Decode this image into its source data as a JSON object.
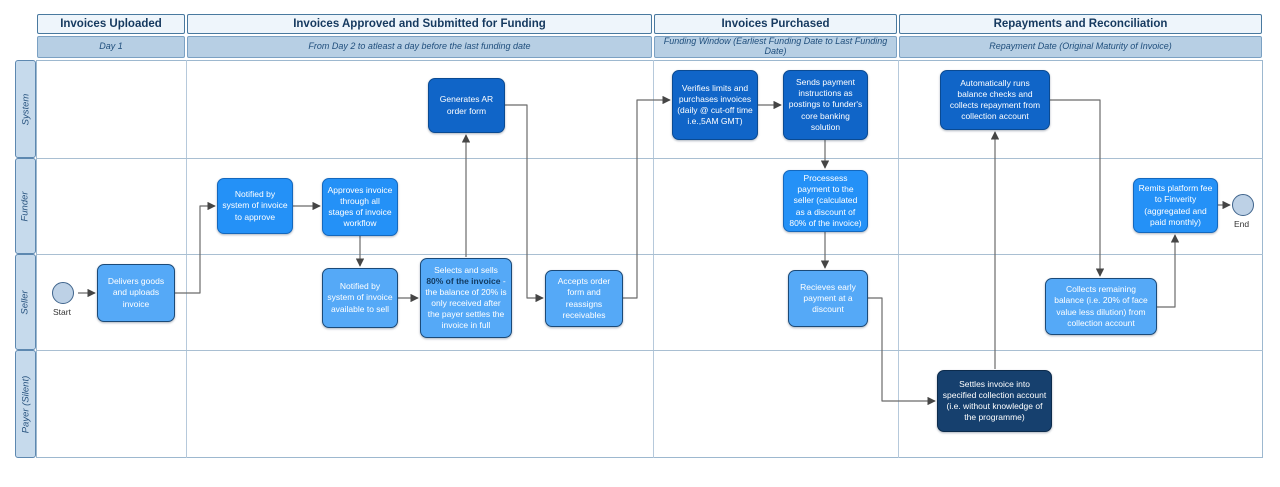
{
  "header": {
    "phases": [
      {
        "title": "Invoices Uploaded",
        "timing": "Day 1"
      },
      {
        "title": "Invoices Approved and Submitted for Funding",
        "timing": "From Day 2 to atleast a day before the last funding date"
      },
      {
        "title": "Invoices Purchased",
        "timing": "Funding Window (Earliest Funding Date to Last Funding Date)"
      },
      {
        "title": "Repayments and Reconciliation",
        "timing": "Repayment Date (Original Maturity of Invoice)"
      }
    ]
  },
  "lanes": [
    {
      "label": "System"
    },
    {
      "label": "Funder"
    },
    {
      "label": "Seller"
    },
    {
      "label": "Payer (Silent)"
    }
  ],
  "events": {
    "start": "Start",
    "end": "End"
  },
  "nodes": {
    "delivers": {
      "label": "Delivers goods and uploads invoice"
    },
    "notified_approve": {
      "label": "Notified by system of invoice to approve"
    },
    "approves": {
      "label": "Approves invoice through all stages of invoice workflow"
    },
    "notified_sell": {
      "label": "Notified by system of invoice available to sell"
    },
    "selects": {
      "pre": "Selects and sells ",
      "bold": "80% of the invoice",
      "post": " - the balance of 20% is only received after the payer settles the invoice in full"
    },
    "generates": {
      "label": "Generates AR order form"
    },
    "accepts": {
      "label": "Accepts order form and reassigns receivables"
    },
    "verifies": {
      "label": "Verifies limits and purchases invoices (daily @ cut-off time i.e.,5AM GMT)"
    },
    "sends": {
      "label": "Sends payment instructions as postings to funder's core banking solution"
    },
    "processess": {
      "label": "Processess payment to the seller (calculated as a discount of 80% of the invoice)"
    },
    "recieves": {
      "label": "Recieves early payment at a discount"
    },
    "settles": {
      "label": "Settles invoice into specified collection account (i.e. without knowledge of the programme)"
    },
    "auto_runs": {
      "label": "Automatically runs balance checks and collects repayment from collection account"
    },
    "collects": {
      "label": "Collects remaining balance (i.e. 20% of face value less dilution) from collection account"
    },
    "remits": {
      "label": "Remits platform fee to Finverity (aggregated and paid monthly)"
    }
  },
  "colors": {
    "funder_action": "#2491f7",
    "seller_action": "#55a9f7",
    "system_action": "#1065c8",
    "payer_action": "#16406e",
    "header_title_bg": "#eef5fb",
    "header_timing_bg": "#b7cfe4",
    "lane_bar_bg": "#c6daec",
    "connector": "#5f5f5f"
  }
}
